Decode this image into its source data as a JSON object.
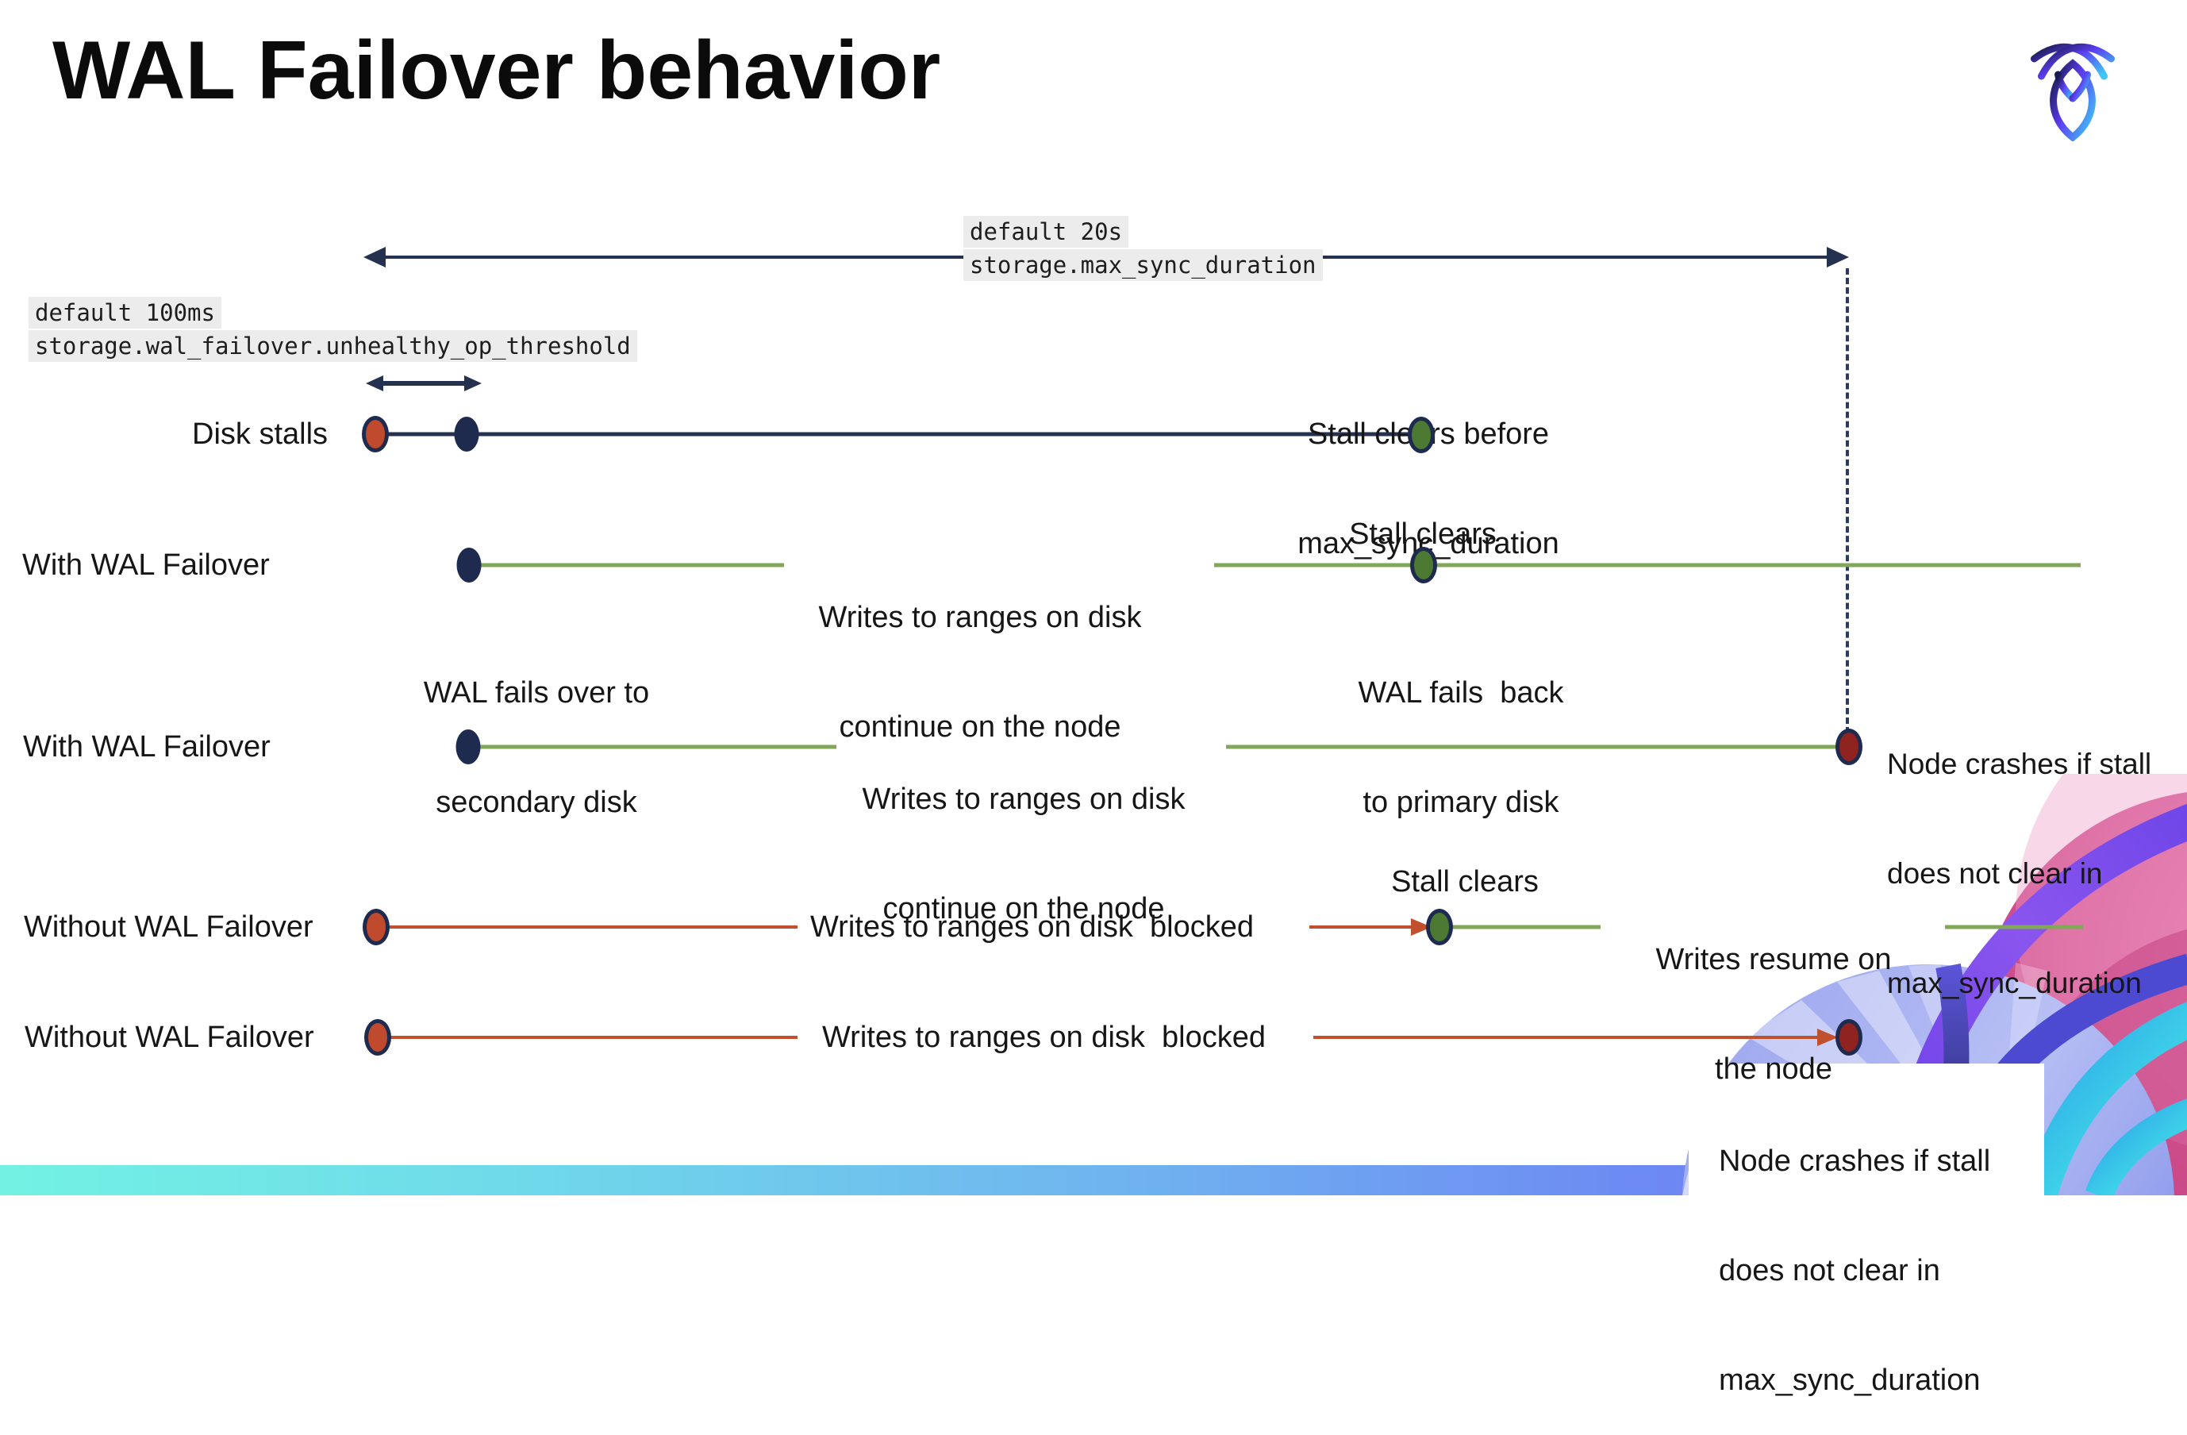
{
  "title": "WAL Failover behavior",
  "logo": {
    "name": "cockroachdb-mark"
  },
  "settings": {
    "max_sync": {
      "default_label": "default 20s",
      "setting_name": "storage.max_sync_duration"
    },
    "unhealthy_op": {
      "default_label": "default 100ms",
      "setting_name": "storage.wal_failover.unhealthy_op_threshold"
    }
  },
  "rows": [
    {
      "label": "Disk stalls",
      "caption_line1": "Stall clears before",
      "caption_line2": "max_sync_duration"
    },
    {
      "label": "With WAL Failover",
      "failover_line1": "WAL fails over to",
      "failover_line2": "secondary disk",
      "mid_line1": "Writes to ranges on disk",
      "mid_line2": "continue on the node",
      "stall_label": "Stall clears",
      "failback_line1": "WAL fails  back",
      "failback_line2": "to primary disk"
    },
    {
      "label": "With WAL Failover",
      "mid_line1": "Writes to ranges on disk",
      "mid_line2": "continue on the node",
      "crash_line1": "Node crashes if stall",
      "crash_line2": "does not clear in",
      "crash_line3": "max_sync_duration"
    },
    {
      "label": "Without WAL Failover",
      "mid_text": "Writes to ranges on disk  blocked",
      "stall_label": "Stall clears",
      "resume_line1": "Writes resume on",
      "resume_line2": "the node"
    },
    {
      "label": "Without WAL Failover",
      "mid_text": "Writes to ranges on disk  blocked",
      "crash_line1": "Node crashes if stall",
      "crash_line2": "does not clear in",
      "crash_line3": "max_sync_duration"
    }
  ],
  "colors": {
    "navy": "#24314f",
    "green_line": "#82a758",
    "green_dot": "#4c7a33",
    "red_line": "#c1502e",
    "red_dot_stall": "#bf4a2d",
    "red_dot_crash": "#8f231f",
    "code_highlight_bg": "#ececec",
    "bar_gradient": [
      "#72f2e3",
      "#6fb2ef",
      "#6e5cf0"
    ],
    "art_pink": "#cc4c8d",
    "art_purple": "#7a4ff0",
    "art_periwinkle": "#a9b2f0",
    "art_teal": "#3fd6e8"
  }
}
